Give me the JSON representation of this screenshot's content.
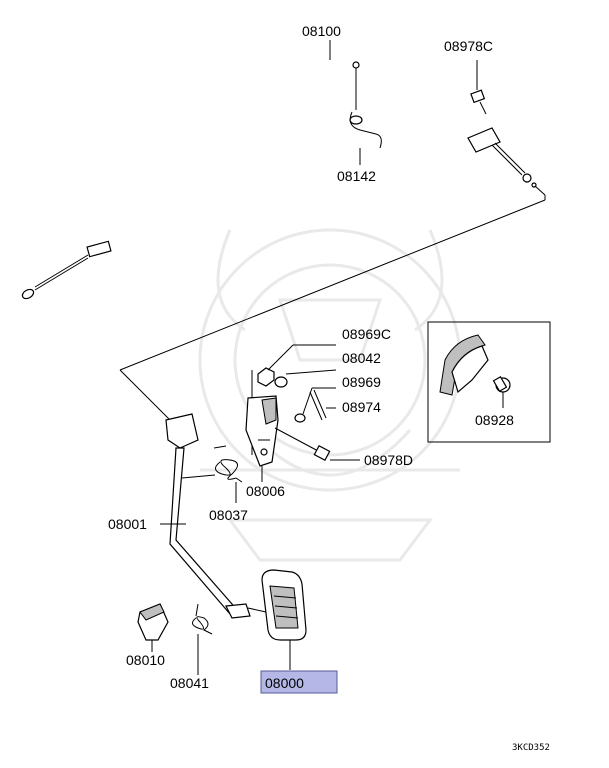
{
  "diagram": {
    "labels": {
      "p08100": "08100",
      "p08978C": "08978C",
      "p08142": "08142",
      "p08969C": "08969C",
      "p08042": "08042",
      "p08969": "08969",
      "p08974": "08974",
      "p08928": "08928",
      "p08978D": "08978D",
      "p08006": "08006",
      "p08037": "08037",
      "p08001": "08001",
      "p08010": "08010",
      "p08041": "08041",
      "p08000": "08000"
    },
    "highlighted_part": "08000",
    "diagram_code": "3KCD352",
    "colors": {
      "highlight": "#b5b8e6",
      "line": "#000000",
      "watermark": "#e9e9e9"
    }
  }
}
